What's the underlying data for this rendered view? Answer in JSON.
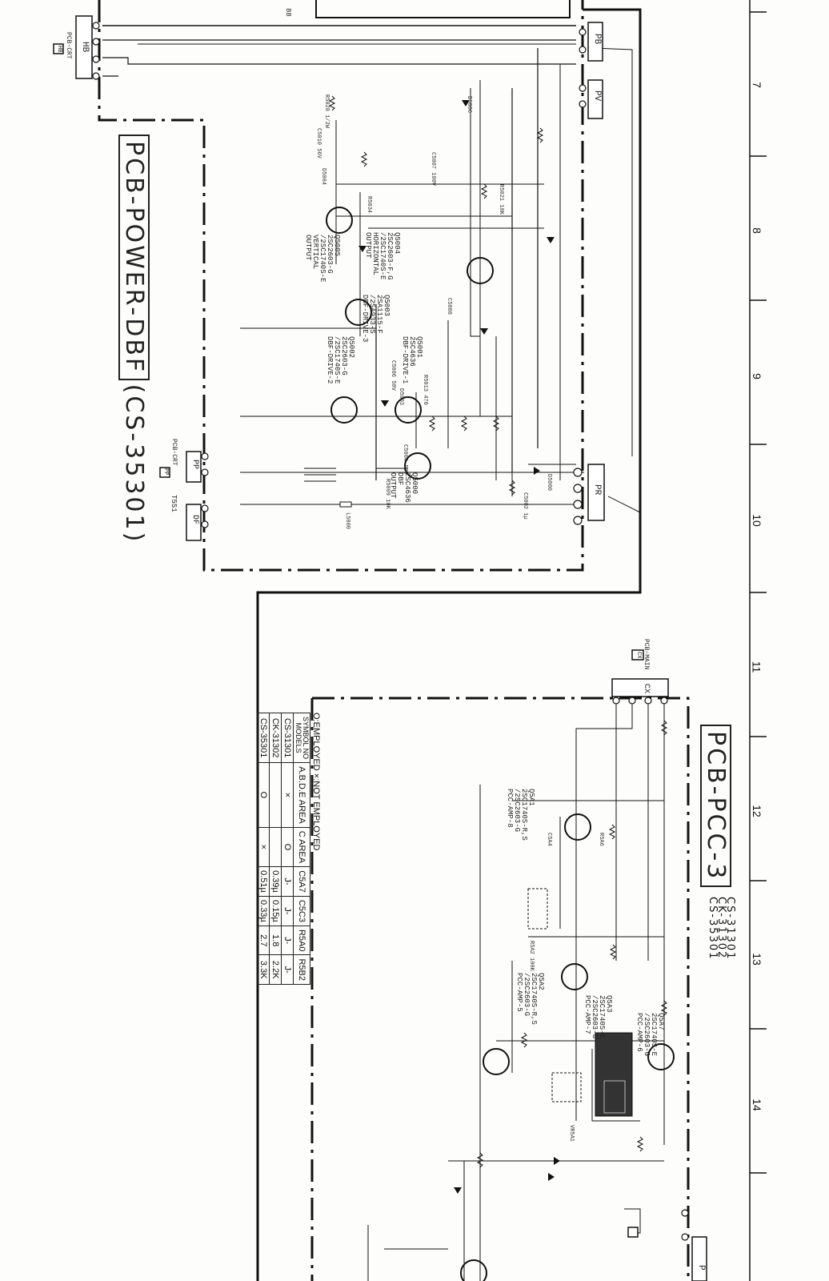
{
  "blocks": {
    "power": {
      "title": "PCB-POWER-DBF",
      "model": "(CS-35301)"
    },
    "pcc": {
      "title": "PCB-PCC-3",
      "models": [
        "CS-31301",
        "CK-31302",
        "CS-35301"
      ]
    }
  },
  "connectors": {
    "hb": "HB",
    "pcb_crt_top": "PCB-CRT",
    "hb_tag": "HB",
    "pb": "PB",
    "pv": "PV",
    "pp": "PP",
    "pcb_crt_pp": "PCB-CRT",
    "pp_tag": "PP",
    "t551": "T551",
    "df": "DF",
    "pr": "PR",
    "cx": "CX",
    "pcb_main": "PCB-MAIN",
    "cx_tag": "CX",
    "p_bottom": "P"
  },
  "transistors": [
    {
      "ref": "Q5004",
      "lines": [
        "Q5004",
        "2SC2603-F,G",
        "/2SC1740S-E",
        "HORIZONTAL",
        "OUTPUT"
      ]
    },
    {
      "ref": "Q5005",
      "lines": [
        "Q5005",
        "2SC2603-G",
        "/2SC1740S-E",
        "VERTICAL",
        "OUTPUT"
      ]
    },
    {
      "ref": "Q5003",
      "lines": [
        "Q5003",
        "2SA1115-F",
        "/2SA933-S",
        "DBF-DRIVE-3"
      ]
    },
    {
      "ref": "Q5001",
      "lines": [
        "Q5001",
        "2SC4636",
        "DBF-DRIVE-1"
      ]
    },
    {
      "ref": "Q5002",
      "lines": [
        "Q5002",
        "2SC2603-G",
        "/2SC1740S-E",
        "DBF-DRIVE-2"
      ]
    },
    {
      "ref": "Q5000",
      "lines": [
        "Q5000",
        "2SC4636",
        "DBF",
        "OUTPUT"
      ]
    },
    {
      "ref": "Q5A1",
      "lines": [
        "Q5A1",
        "2SC1740S-R,S",
        "/2SC2603-G",
        "PCC-AMP-8"
      ]
    },
    {
      "ref": "Q5A2",
      "lines": [
        "Q5A2",
        "2SC1740S-R,S",
        "/2SC2603-G",
        "PCC-AMP-5"
      ]
    },
    {
      "ref": "Q5A3",
      "lines": [
        "Q5A3",
        "2SC1740S-E",
        "/2SC2603-G",
        "PCC-AMP-7"
      ]
    },
    {
      "ref": "Q5A7",
      "lines": [
        "Q5A7",
        "2SC1740S-E",
        "/2SC2603-G",
        "PCC-AMP-6"
      ]
    }
  ],
  "table": {
    "caption": "O:EMPLOYED  ×:NOT EMPLOYED",
    "header_symbol": "SYMBOL NO",
    "header_models": "MODELS",
    "headers": [
      "A.B.D.E AREA",
      "C AREA",
      "C5A7",
      "C5C3",
      "R5A0",
      "R5B2"
    ],
    "rows": [
      {
        "model": "CS-31301",
        "cells": [
          "×",
          "O",
          "J-",
          "J-",
          "J-",
          "J-"
        ]
      },
      {
        "model": "CK-31302",
        "cells": [
          "",
          "",
          "0.39µ",
          "0.15µ",
          "1.8",
          "2.2K"
        ]
      },
      {
        "model": "CS-35301",
        "cells": [
          "O",
          "×",
          "0.51µ",
          "0.33µ",
          "2.7",
          "3.3K"
        ]
      }
    ]
  },
  "ruler": [
    "7",
    "8",
    "9",
    "10",
    "11",
    "12",
    "13",
    "14"
  ],
  "components": {
    "r1": "R5028 1/2W",
    "r2": "C5010 56V",
    "r3": "D5004",
    "r4": "R5034",
    "r5": "C5007 100V",
    "r6": "D5006",
    "r7": "R5021 10K",
    "r8": "C5008",
    "r9": "R5013 470",
    "r10": "C5006 50V",
    "r11": "D5003",
    "r12": "R5009 10K",
    "r13": "C5002 1µ",
    "r14": "L5000",
    "r15": "D5000",
    "r16": "C5004 50V",
    "r17": "R5A6",
    "r18": "C5A4",
    "r19": "R5A2 100K",
    "r20": "VR5A1"
  },
  "stray": "88"
}
